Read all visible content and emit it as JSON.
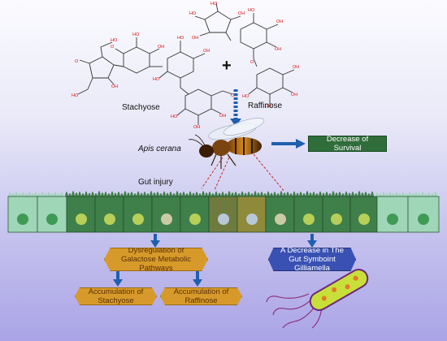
{
  "molecules": {
    "stachyose_label": "Stachyose",
    "raffinose_label": "Raffinose",
    "plus_sign": "+"
  },
  "bee": {
    "species_label": "Apis cerana"
  },
  "gut": {
    "injury_label": "Gut injury"
  },
  "outcomes": {
    "survival": "Decrease of Survival",
    "galactose": "Dysregulation of Galactose Metabolic Pathways",
    "gilliamella": "A Decrease in The Gut Symboint Gilliamella",
    "stachyose_accum": "Accumulation of Stachyose",
    "raffinose_accum": "Accumulation of Raffinose"
  },
  "colors": {
    "arrow_blue": "#1f5fae",
    "box_orange": "#d79a2a",
    "box_green": "#2f6d3a",
    "box_blue": "#3a51b4",
    "cell_dark_green": "#3f7f4a",
    "cell_light_green": "#9fd6b8",
    "cell_olive": "#8f8a3a",
    "dashed_red": "#c62828"
  }
}
